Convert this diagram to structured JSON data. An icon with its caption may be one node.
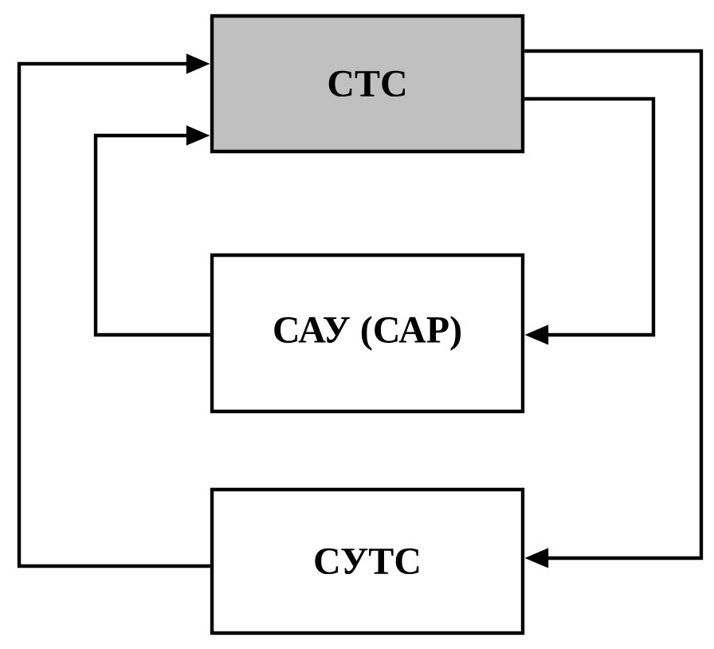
{
  "diagram": {
    "nodes": [
      {
        "text": [
          "СТС"
        ]
      },
      {
        "text": [
          "САУ (САР)"
        ]
      },
      {
        "text": [
          "СУТС"
        ]
      }
    ],
    "edges": [
      {
        "from": 0,
        "to": 2,
        "arrow": "to"
      },
      {
        "from": 0,
        "to": 1,
        "arrow": "to"
      },
      {
        "from": 1,
        "to": 0,
        "arrow": "to"
      },
      {
        "from": 2,
        "to": 0,
        "arrow": "to"
      }
    ]
  }
}
